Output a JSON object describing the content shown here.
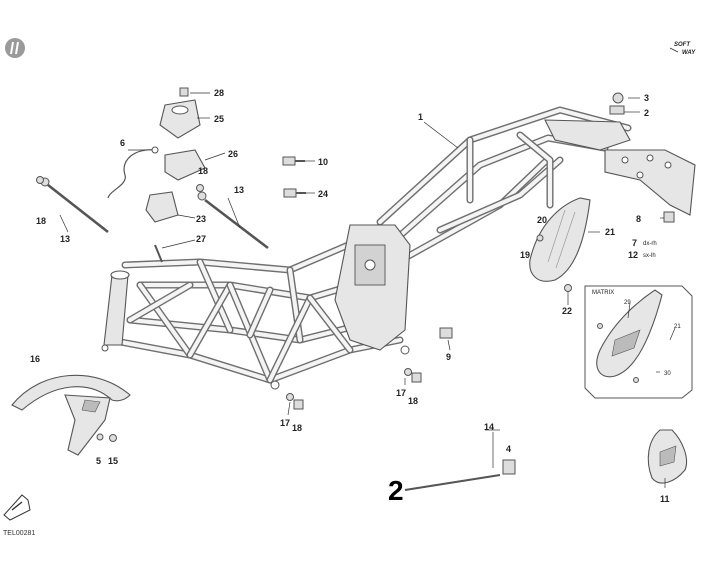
{
  "logo_text": [
    "SOFT",
    "WAY"
  ],
  "doc_ref": "TEL00281",
  "inset_title": "MATRIX",
  "handwritten_mark": "2",
  "callouts": {
    "c1": "1",
    "c2": "2",
    "c3": "3",
    "c4": "4",
    "c5": "5",
    "c6": "6",
    "c7": "7",
    "c7_text": "dx-rh",
    "c8": "8",
    "c9": "9",
    "c10": "10",
    "c11": "11",
    "c12": "12",
    "c12_text": "sx-lh",
    "c13a": "13",
    "c13b": "13",
    "c14": "14",
    "c15": "15",
    "c16": "16",
    "c17a": "17",
    "c17b": "17",
    "c18a": "18",
    "c18b": "18",
    "c18c": "18",
    "c18d": "18",
    "c19": "19",
    "c20": "20",
    "c21a": "21",
    "c21b": "21",
    "c22": "22",
    "c23": "23",
    "c24": "24",
    "c25": "25",
    "c26": "26",
    "c27": "27",
    "c28": "28",
    "c29": "29",
    "c30": "30"
  }
}
